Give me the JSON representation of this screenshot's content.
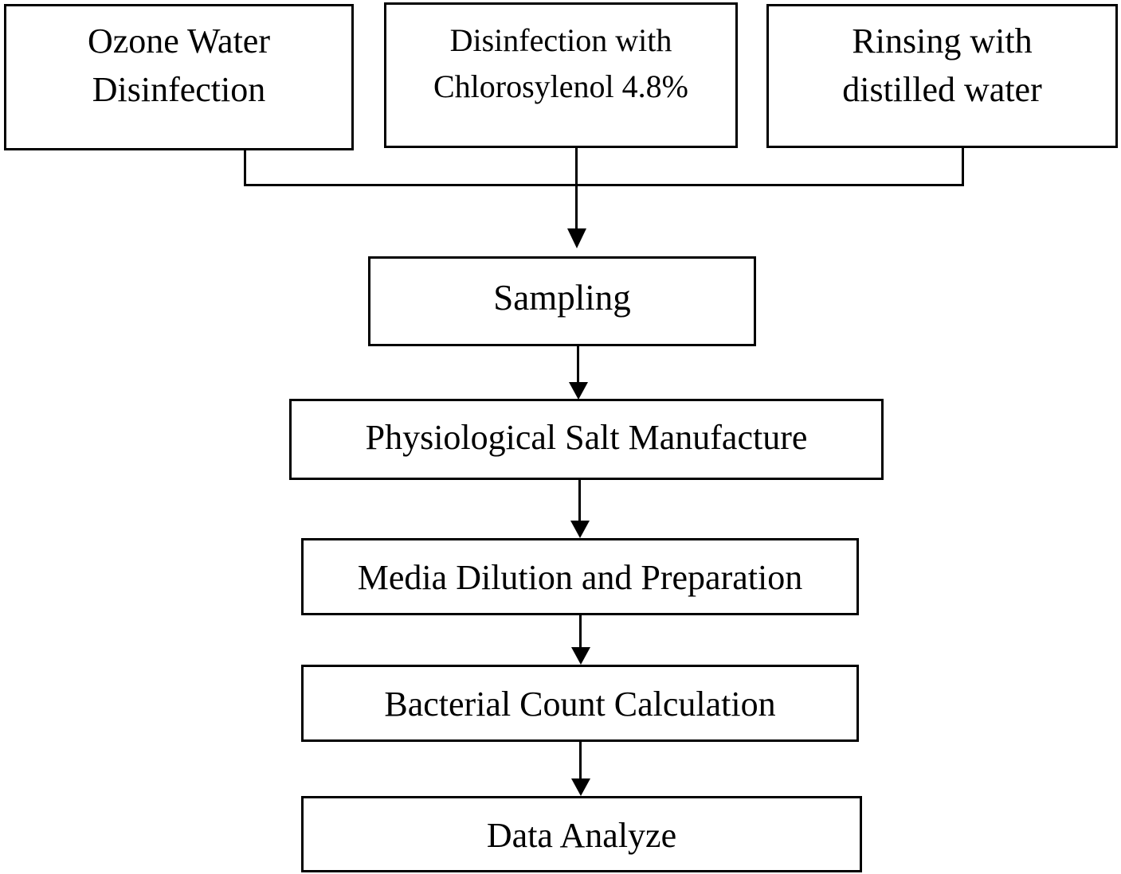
{
  "diagram_type": "flowchart",
  "colors": {
    "line": "#000000",
    "text": "#000000",
    "box_background": "#ffffff",
    "page_background": "#ffffff"
  },
  "nodes": {
    "ozone": {
      "label": "Ozone Water\nDisinfection"
    },
    "chlorosylenol": {
      "label": "Disinfection with\nChlorosylenol 4.8%"
    },
    "rinsing": {
      "label": "Rinsing with\ndistilled water"
    },
    "sampling": {
      "label": "Sampling"
    },
    "physiological": {
      "label": "Physiological Salt Manufacture"
    },
    "media": {
      "label": "Media Dilution and Preparation"
    },
    "bacterial": {
      "label": "Bacterial Count Calculation"
    },
    "data_analyze": {
      "label": "Data Analyze"
    }
  },
  "edges": [
    {
      "from": "ozone",
      "to": "sampling"
    },
    {
      "from": "chlorosylenol",
      "to": "sampling"
    },
    {
      "from": "rinsing",
      "to": "sampling"
    },
    {
      "from": "sampling",
      "to": "physiological"
    },
    {
      "from": "physiological",
      "to": "media"
    },
    {
      "from": "media",
      "to": "bacterial"
    },
    {
      "from": "bacterial",
      "to": "data_analyze"
    }
  ]
}
